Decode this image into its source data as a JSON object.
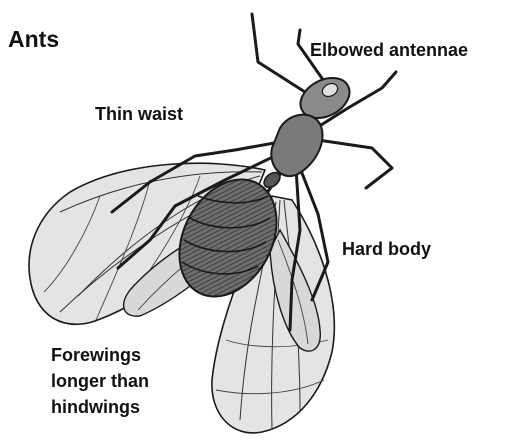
{
  "diagram": {
    "title": "Ants",
    "labels": {
      "antennae": "Elbowed antennae",
      "waist": "Thin waist",
      "body": "Hard body",
      "wings": [
        "Forewings",
        "longer than",
        "hindwings"
      ]
    },
    "illustration": "winged-ant",
    "colors": {
      "ink": "#1a1a1a",
      "wing_fill": "#e4e4e4",
      "body_fill": "#7a7a7a",
      "background": "#ffffff"
    }
  }
}
